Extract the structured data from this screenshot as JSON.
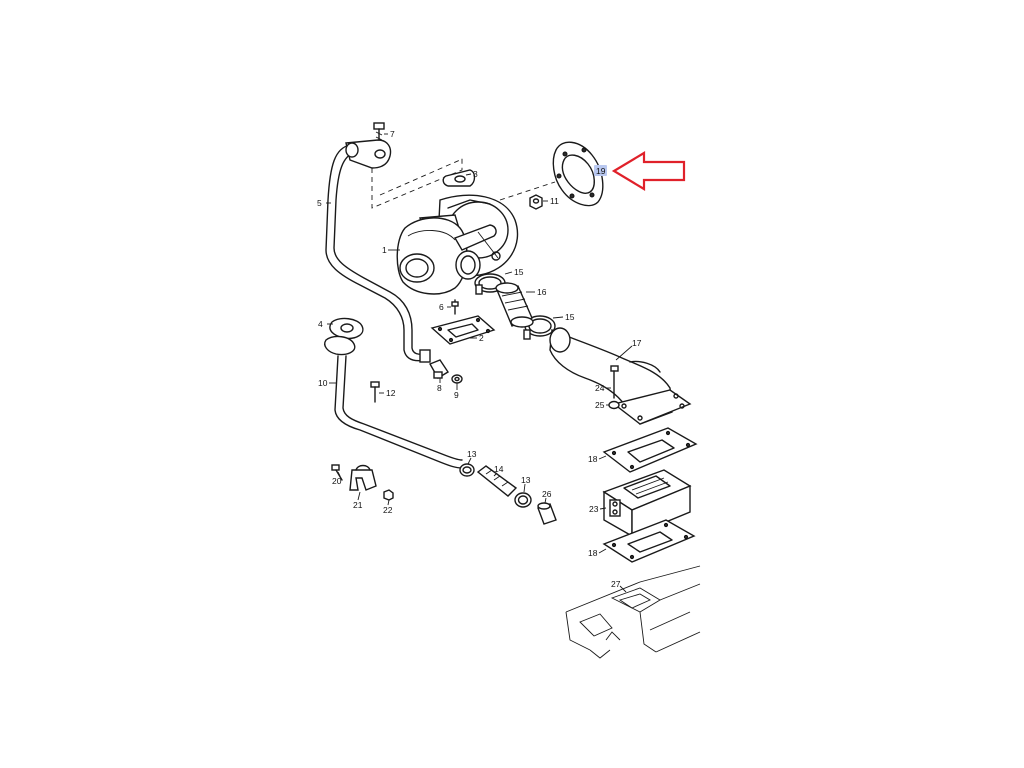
{
  "callouts": [
    {
      "id": "c1",
      "text": "1"
    },
    {
      "id": "c2",
      "text": "2"
    },
    {
      "id": "c3",
      "text": "3"
    },
    {
      "id": "c4",
      "text": "4"
    },
    {
      "id": "c5",
      "text": "5"
    },
    {
      "id": "c6",
      "text": "6"
    },
    {
      "id": "c7",
      "text": "7"
    },
    {
      "id": "c8",
      "text": "8"
    },
    {
      "id": "c9",
      "text": "9"
    },
    {
      "id": "c10",
      "text": "10"
    },
    {
      "id": "c11",
      "text": "11"
    },
    {
      "id": "c12",
      "text": "12"
    },
    {
      "id": "c13a",
      "text": "13"
    },
    {
      "id": "c13b",
      "text": "13"
    },
    {
      "id": "c14",
      "text": "14"
    },
    {
      "id": "c15a",
      "text": "15"
    },
    {
      "id": "c15b",
      "text": "15"
    },
    {
      "id": "c16",
      "text": "16"
    },
    {
      "id": "c17",
      "text": "17"
    },
    {
      "id": "c18a",
      "text": "18"
    },
    {
      "id": "c18b",
      "text": "18"
    },
    {
      "id": "c19",
      "text": "19"
    },
    {
      "id": "c20",
      "text": "20"
    },
    {
      "id": "c21",
      "text": "21"
    },
    {
      "id": "c22",
      "text": "22"
    },
    {
      "id": "c23",
      "text": "23"
    },
    {
      "id": "c24",
      "text": "24"
    },
    {
      "id": "c25",
      "text": "25"
    },
    {
      "id": "c26",
      "text": "26"
    },
    {
      "id": "c27",
      "text": "27"
    }
  ],
  "highlight": {
    "callout": "19",
    "color": "#b9c8f0"
  },
  "arrow": {
    "color": "#e0212a",
    "direction": "left",
    "points_to": "19"
  }
}
